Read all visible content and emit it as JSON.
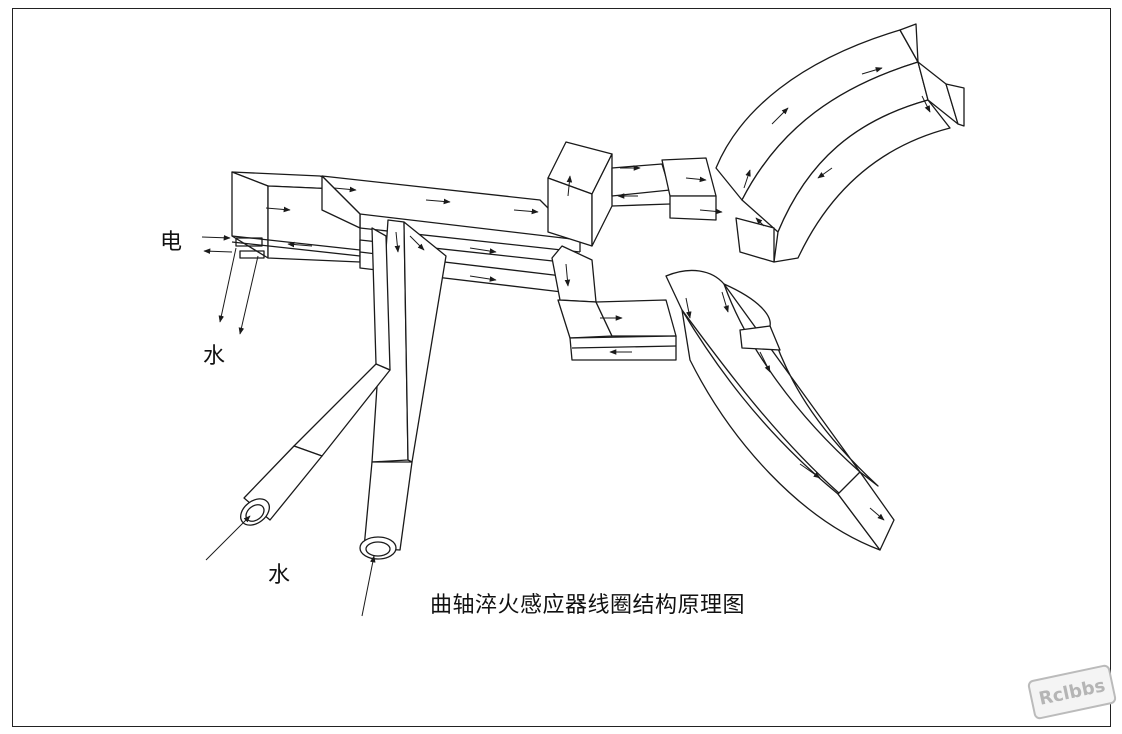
{
  "labels": {
    "electricity": "电",
    "water_top": "水",
    "water_bottom": "水"
  },
  "caption": "曲轴淬火感应器线圈结构原理图",
  "watermark": "Rclbbs",
  "colors": {
    "line": "#1a1a1a",
    "background": "#ffffff",
    "watermark": "#b5b5b5"
  }
}
